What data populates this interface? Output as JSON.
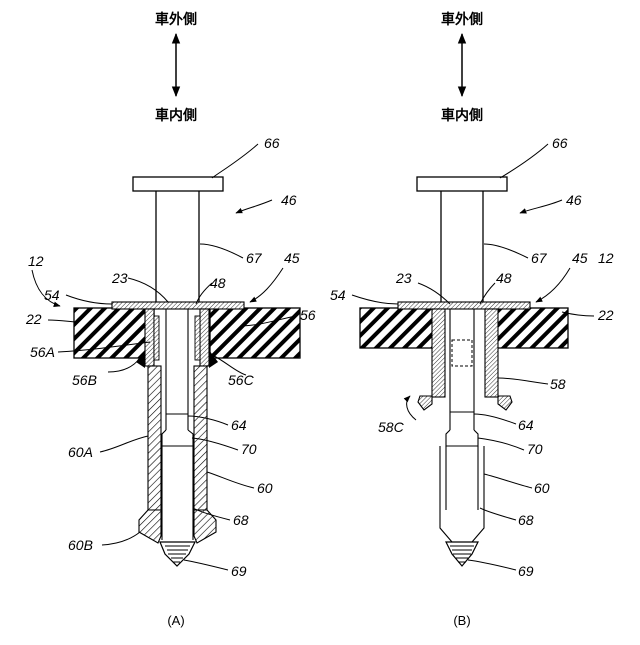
{
  "panels": [
    {
      "id": "A",
      "caption": "(A)",
      "direction": {
        "top": "車外側",
        "bottom": "車内側"
      },
      "labels": {
        "66": "66",
        "46": "46",
        "67": "67",
        "45": "45",
        "12": "12",
        "54": "54",
        "23": "23",
        "48": "48",
        "22": "22",
        "56": "56",
        "56A": "56A",
        "56B": "56B",
        "56C": "56C",
        "64": "64",
        "70": "70",
        "60A": "60A",
        "60": "60",
        "68": "68",
        "60B": "60B",
        "69": "69"
      }
    },
    {
      "id": "B",
      "caption": "(B)",
      "direction": {
        "top": "車外側",
        "bottom": "車内側"
      },
      "labels": {
        "66": "66",
        "46": "46",
        "67": "67",
        "45": "45",
        "12": "12",
        "54": "54",
        "23": "23",
        "48": "48",
        "22": "22",
        "58": "58",
        "58C": "58C",
        "64": "64",
        "70": "70",
        "60": "60",
        "68": "68",
        "69": "69"
      }
    }
  ],
  "colors": {
    "line": "#000000",
    "background": "#ffffff"
  }
}
